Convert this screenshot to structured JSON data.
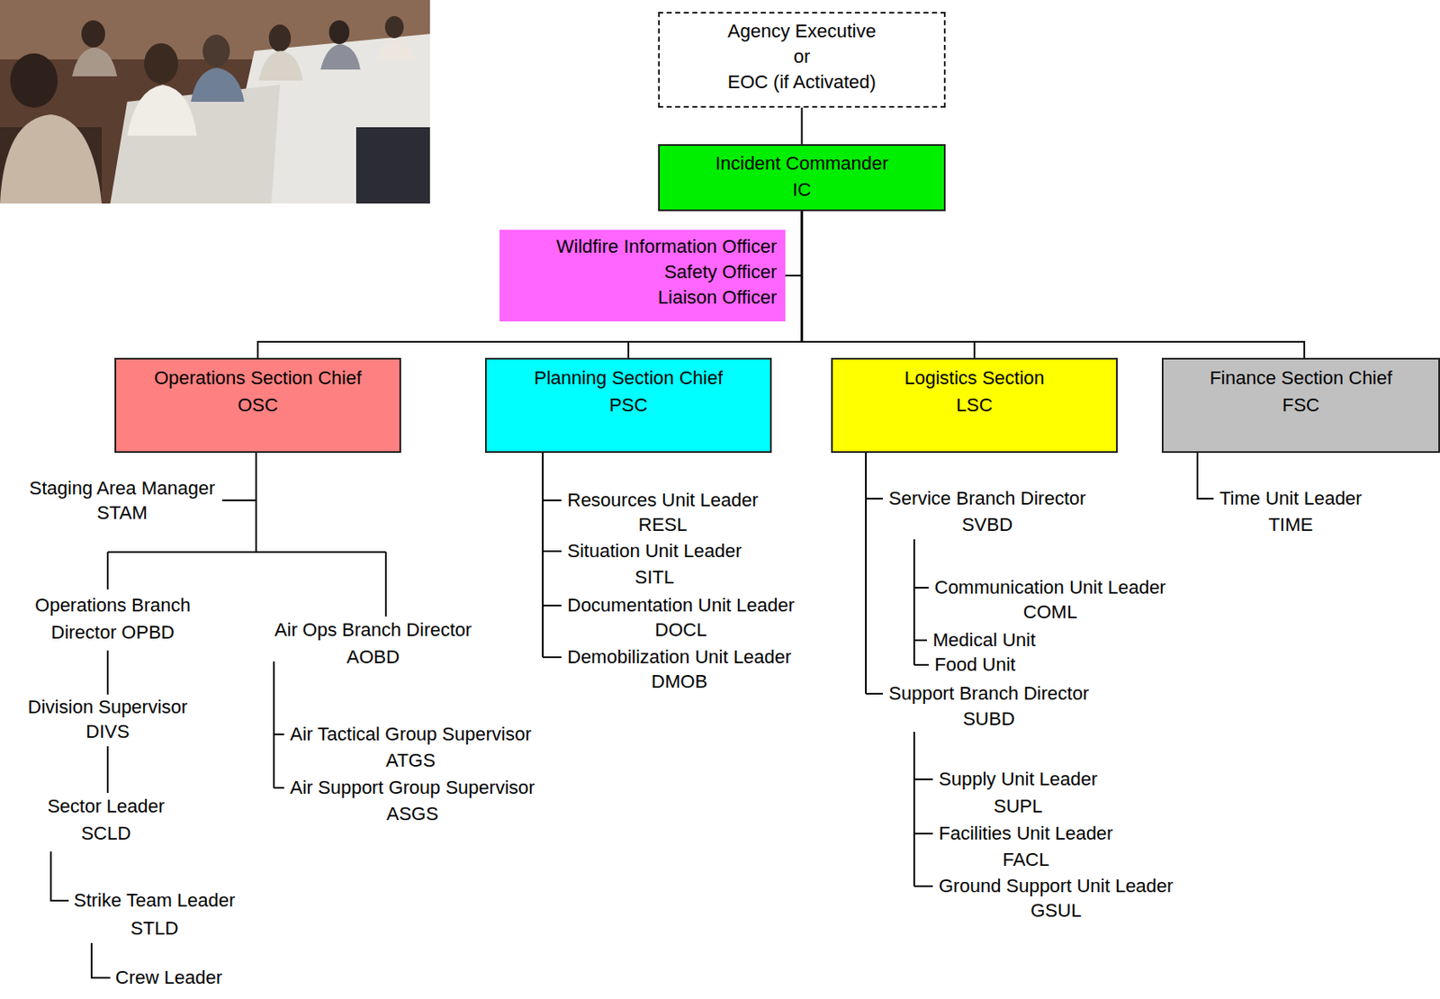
{
  "diagram": {
    "nodes": [
      {
        "text": [
          "Agency Executive",
          "or",
          "EOC (if Activated)"
        ]
      },
      {
        "text": [
          "Incident Commander",
          "IC"
        ]
      },
      {
        "text": [
          "Wildfire Information Officer",
          "Safety Officer",
          "Liaison Officer"
        ]
      },
      {
        "text": [
          "Operations Section Chief",
          "OSC"
        ]
      },
      {
        "text": [
          "Planning Section Chief",
          "PSC"
        ]
      },
      {
        "text": [
          "Logistics Section",
          "LSC"
        ]
      },
      {
        "text": [
          "Finance Section Chief",
          "FSC"
        ]
      }
    ],
    "edges": [
      {
        "from": 0,
        "to": 1,
        "arrow": "none"
      },
      {
        "from": 1,
        "to": 2,
        "arrow": "none"
      },
      {
        "from": 1,
        "to": 3,
        "arrow": "none"
      },
      {
        "from": 1,
        "to": 4,
        "arrow": "none"
      },
      {
        "from": 1,
        "to": 5,
        "arrow": "none"
      },
      {
        "from": 1,
        "to": 6,
        "arrow": "none"
      }
    ],
    "labels": [
      "Staging Area Manager",
      "STAM",
      "Operations Branch Director OPBD",
      "Division Supervisor",
      "DIVS",
      "Sector Leader",
      "SCLD",
      "Strike Team Leader",
      "STLD",
      "Crew Leader",
      "Air Ops Branch Director",
      "AOBD",
      "Air Tactical Group Supervisor",
      "ATGS",
      "Air Support Group Supervisor",
      "ASGS",
      "Resources Unit Leader",
      "RESL",
      "Situation Unit Leader",
      "SITL",
      "Documentation Unit Leader",
      "DOCL",
      "Demobilization Unit Leader",
      "DMOB",
      "Service Branch Director",
      "SVBD",
      "Communication Unit Leader",
      "COML",
      "Medical Unit",
      "Food Unit",
      "Support Branch Director",
      "SUBD",
      "Supply Unit Leader",
      "SUPL",
      "Facilities Unit Leader",
      "FACL",
      "Ground Support Unit Leader",
      "GSUL",
      "Time Unit Leader",
      "TIME"
    ]
  }
}
